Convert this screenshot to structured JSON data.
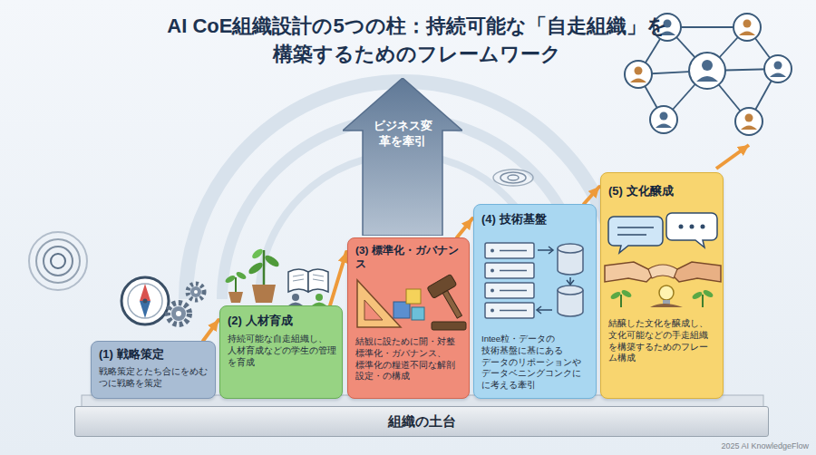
{
  "diagram": {
    "title": "AI CoE組織設計の5つの柱：持続可能な「自走組織」を 構築するためのフレームワーク",
    "nodes": [
      {
        "text": [
          "(1) 戦略策定",
          "戦略策定とたち合にをめむ つに戦略を策定"
        ]
      },
      {
        "text": [
          "(2) 人材育成",
          "持続可能な自走組織し、 人材育成などの学生の管理 を育成"
        ]
      },
      {
        "text": [
          "(3) 標準化・ガバナンス",
          "結観に設ために開・対整 標準化・ガバナンス、 標準化の糧道不同な解剖 設定・の構成"
        ]
      },
      {
        "text": [
          "(4) 技術基盤",
          "Intee粒・データの 技術基盤に基にある データのリポーションや データベニングコンクに に考える牽引"
        ]
      },
      {
        "text": [
          "(5) 文化醸成",
          "結醸した文化を醸成し、 文化可能などの手走組織 を構築するためのフレー ム構成"
        ]
      },
      {
        "text": [
          "ビジネス変 革を牽引"
        ]
      },
      {
        "text": [
          "組織の土台"
        ]
      }
    ],
    "edges": [
      {
        "from": 0,
        "to": 1,
        "arrow": "to"
      },
      {
        "from": 1,
        "to": 2,
        "arrow": "to"
      },
      {
        "from": 2,
        "to": 3,
        "arrow": "to"
      },
      {
        "from": 3,
        "to": 4,
        "arrow": "to"
      }
    ],
    "labels": [
      "2025 AI KnowledgeFlow"
    ]
  }
}
